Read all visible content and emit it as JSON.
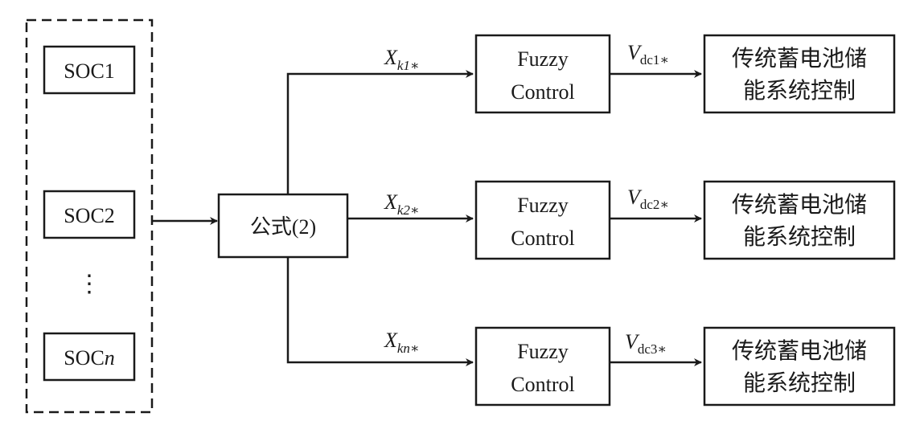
{
  "soc_group": {
    "items": [
      {
        "base": "SOC",
        "suffix": "1"
      },
      {
        "base": "SOC",
        "suffix": "2"
      },
      {
        "base": "SOC",
        "suffix": "n"
      }
    ],
    "ellipsis": "⋮"
  },
  "formula_box": {
    "label": "公式(2)"
  },
  "branches": [
    {
      "x_signal": {
        "main": "X",
        "sub": "k1∗"
      },
      "fuzzy": {
        "line1": "Fuzzy",
        "line2": "Control"
      },
      "v_signal": {
        "main": "V",
        "sub": "dc1∗"
      },
      "storage": {
        "line1": "传统蓄电池储",
        "line2": "能系统控制"
      }
    },
    {
      "x_signal": {
        "main": "X",
        "sub": "k2∗"
      },
      "fuzzy": {
        "line1": "Fuzzy",
        "line2": "Control"
      },
      "v_signal": {
        "main": "V",
        "sub": "dc2∗"
      },
      "storage": {
        "line1": "传统蓄电池储",
        "line2": "能系统控制"
      }
    },
    {
      "x_signal": {
        "main": "X",
        "sub": "kn∗"
      },
      "fuzzy": {
        "line1": "Fuzzy",
        "line2": "Control"
      },
      "v_signal": {
        "main": "V",
        "sub": "dc3∗"
      },
      "storage": {
        "line1": "传统蓄电池储",
        "line2": "能系统控制"
      }
    }
  ],
  "style": {
    "line_color": "#1a1a1a",
    "background": "#ffffff"
  }
}
